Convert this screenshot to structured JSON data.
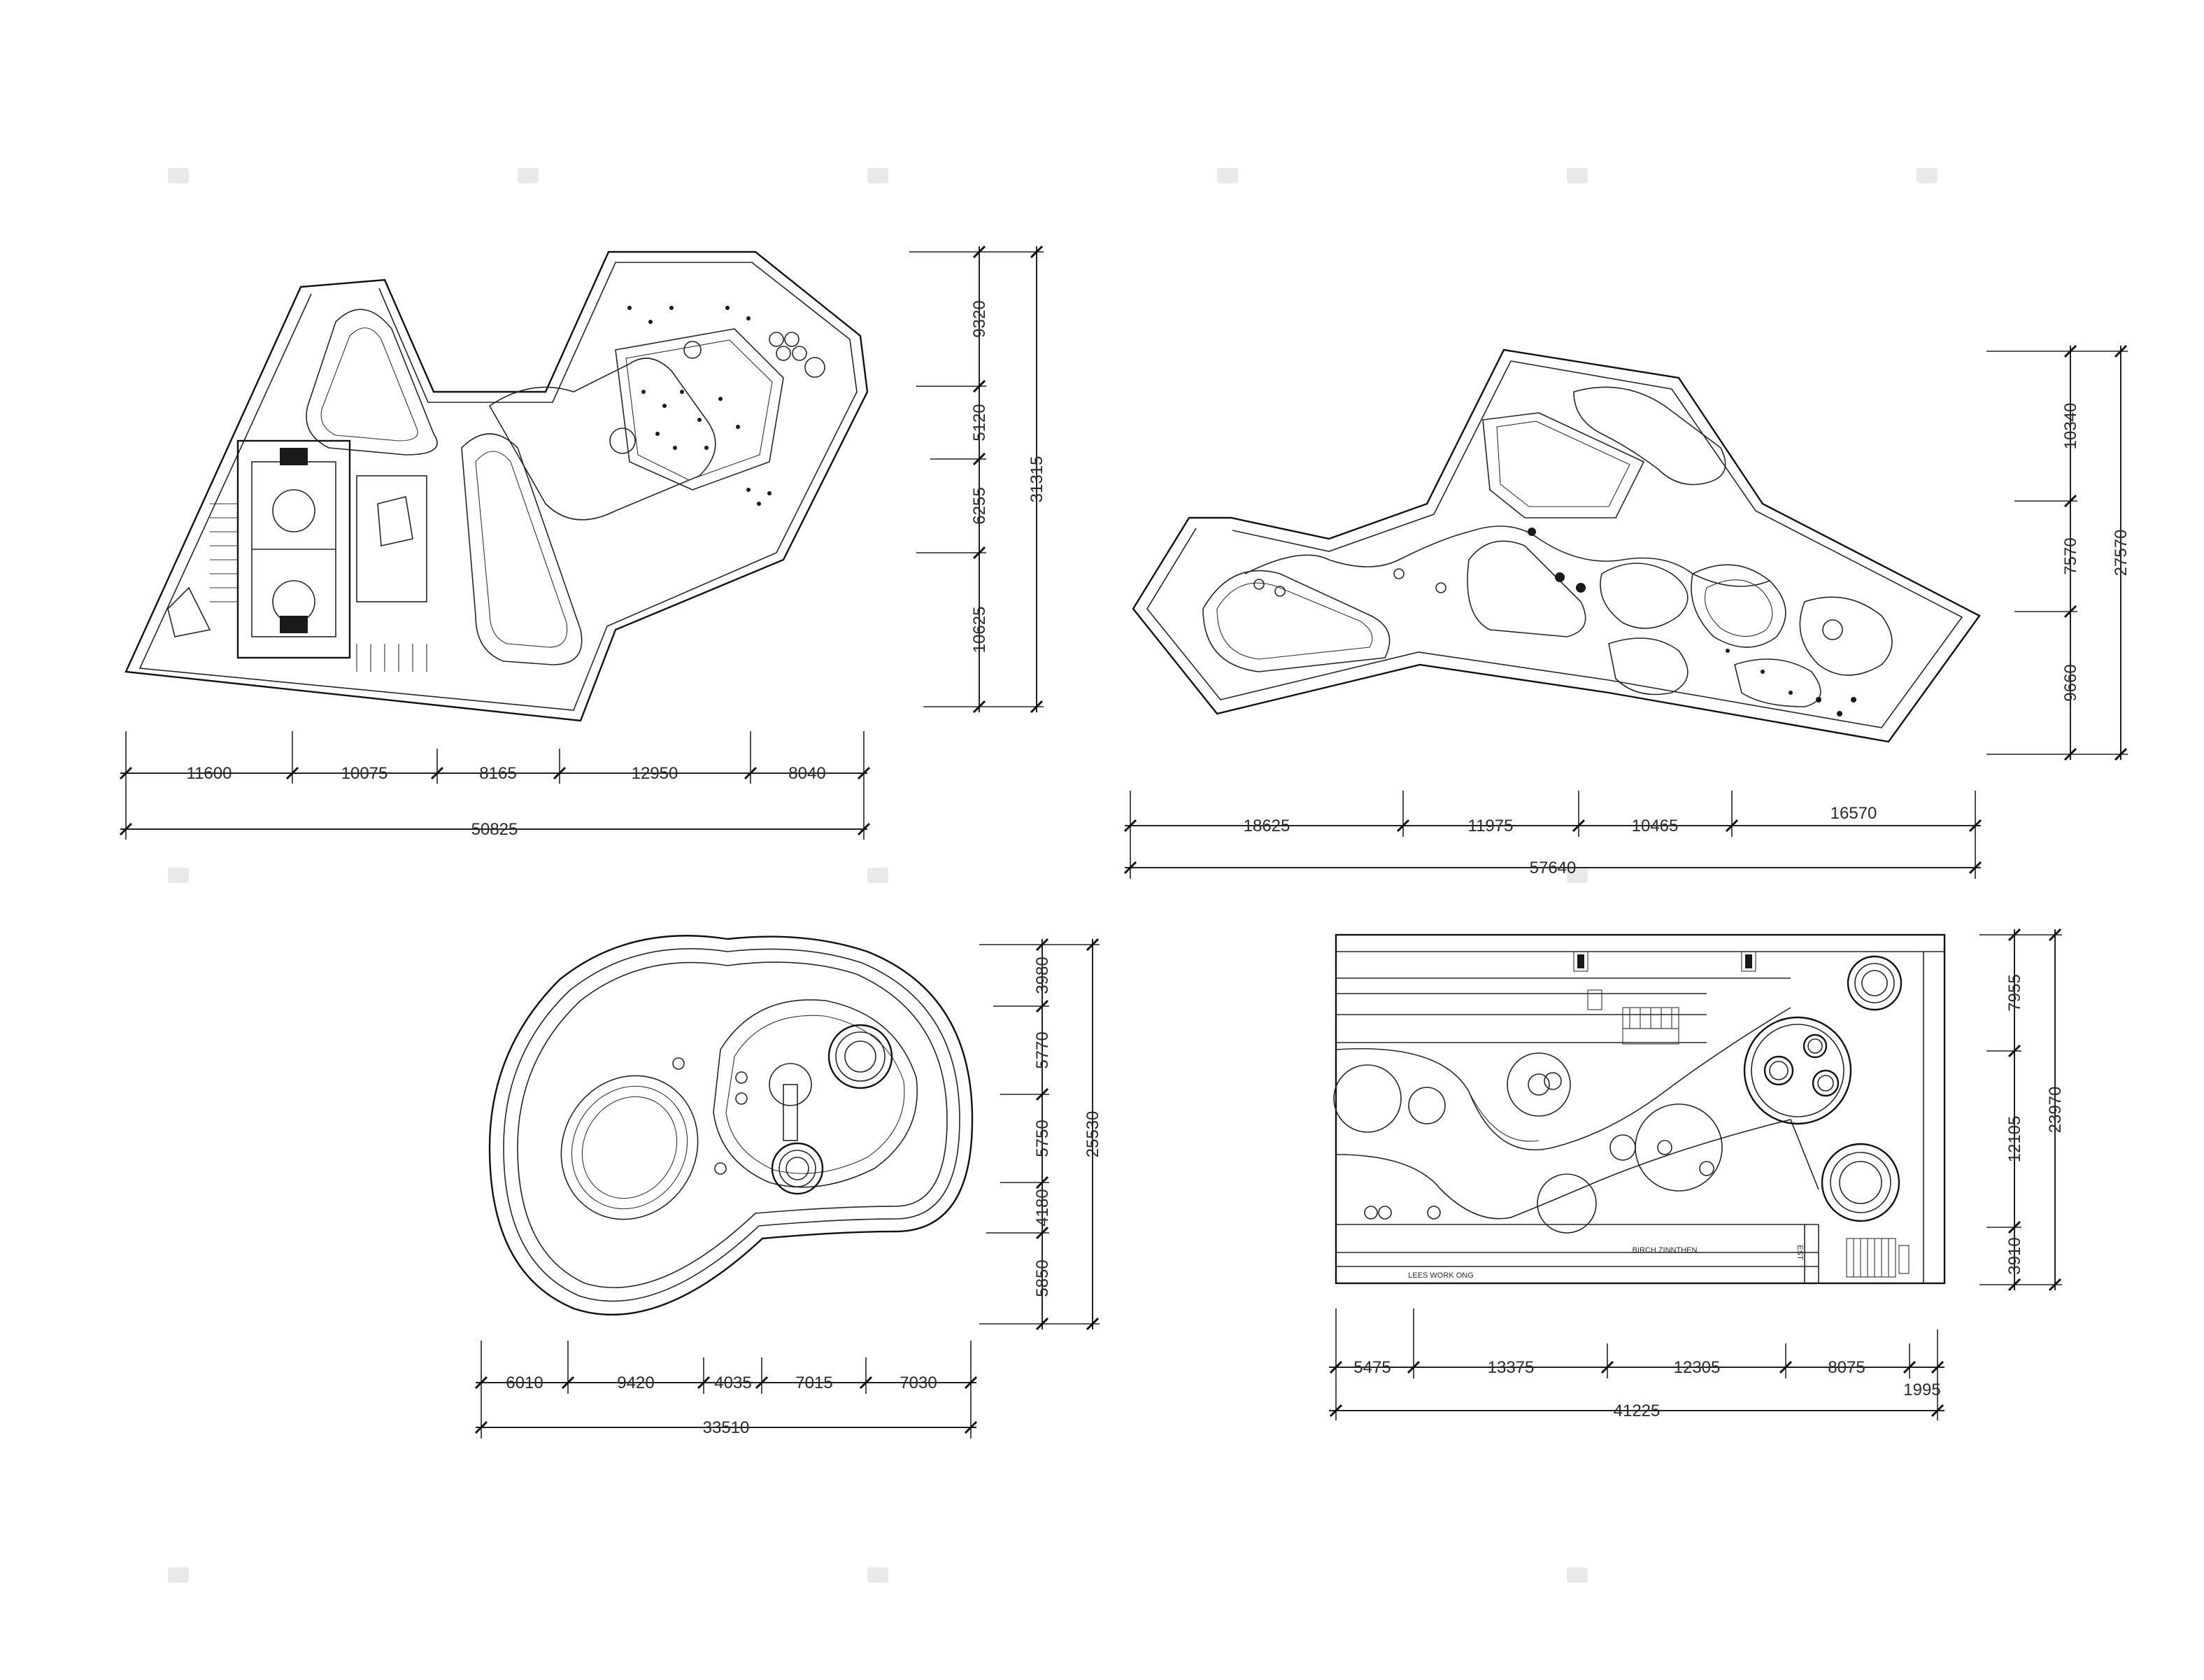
{
  "plans": [
    {
      "id": "plan-a",
      "dims_h": [
        "11600",
        "10075",
        "8165",
        "12950",
        "8040"
      ],
      "total_h": "50825",
      "dims_v": [
        "9320",
        "5120",
        "6255",
        "10625"
      ],
      "total_v": "31315"
    },
    {
      "id": "plan-b",
      "dims_h": [
        "18625",
        "11975",
        "10465",
        "16570"
      ],
      "total_h": "57640",
      "dims_v": [
        "10340",
        "7570",
        "9660"
      ],
      "total_v": "27570"
    },
    {
      "id": "plan-c",
      "dims_h": [
        "6010",
        "9420",
        "4035",
        "7015",
        "7030"
      ],
      "total_h": "33510",
      "dims_v": [
        "3980",
        "5770",
        "5750",
        "4180",
        "5850"
      ],
      "total_v": "25530"
    },
    {
      "id": "plan-d",
      "dims_h": [
        "5475",
        "13375",
        "12305",
        "8075",
        "1995"
      ],
      "total_h": "41225",
      "dims_v": [
        "7955",
        "12105",
        "3910"
      ],
      "total_v": "23970"
    }
  ],
  "plan_d_labels": [
    "LEES WORK ONG",
    "BIRCH ZINNTHEN",
    "EST"
  ],
  "colors": {
    "line": "#262626",
    "background": "#ffffff",
    "watermark": "#e9e9e9"
  }
}
